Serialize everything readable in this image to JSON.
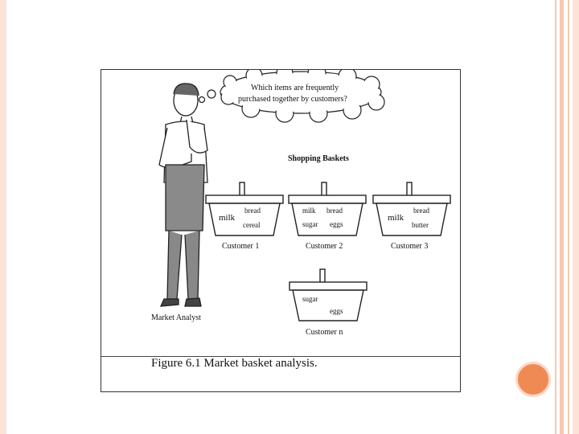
{
  "diagram": {
    "thought": [
      "Which items are frequently",
      "purchased together by customers?"
    ],
    "heading": "Shopping Baskets",
    "analyst_label": "Market Analyst",
    "caption": "Figure 6.1 Market basket analysis.",
    "baskets": [
      {
        "customer": "Customer 1",
        "left": "milk",
        "right_top": "bread",
        "right_bottom": "cereal"
      },
      {
        "customer": "Customer 2",
        "left_top": "milk",
        "right_top": "bread",
        "left_bottom": "sugar",
        "right_bottom": "eggs"
      },
      {
        "customer": "Customer 3",
        "left": "milk",
        "right_top": "bread",
        "right_bottom": "butter"
      },
      {
        "customer": "Customer n",
        "left_top": "sugar",
        "right_bottom": "eggs"
      }
    ]
  },
  "colors": {
    "accent": "#f08a55",
    "stripe": "#f6c8b4"
  }
}
